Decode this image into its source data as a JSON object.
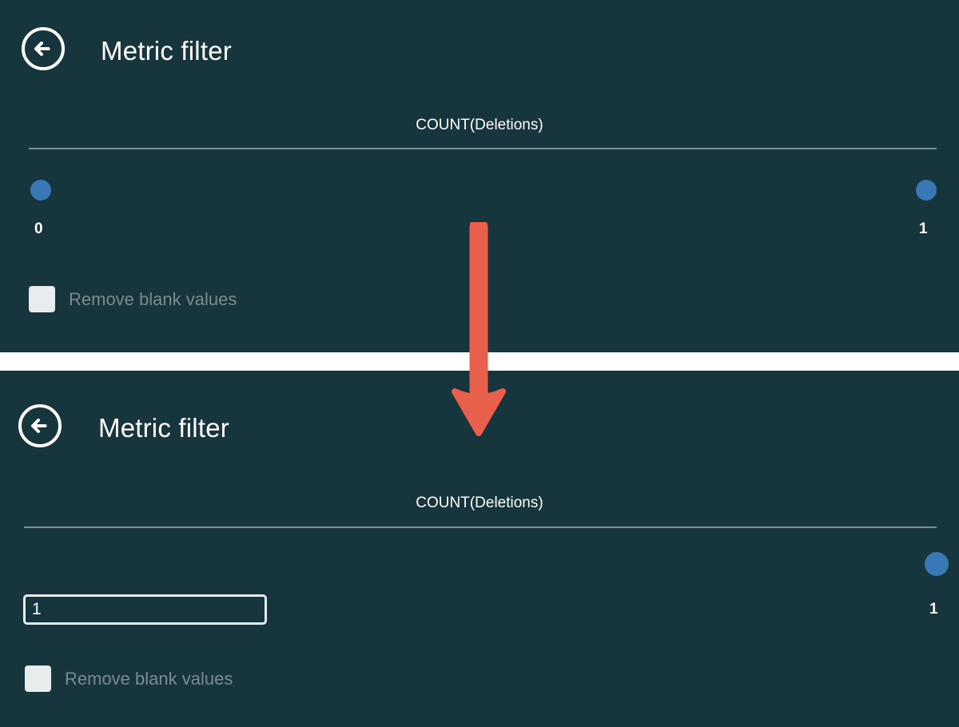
{
  "colors": {
    "background": "#16353c",
    "slider_active": "#3a77b5",
    "slider_track_inactive": "#e8ecec",
    "divider_band": "#ffffff",
    "rule": "#7e8f93",
    "annotation_arrow": "#e8604c",
    "muted_text": "#7b8c90",
    "primary_text": "#ffffff"
  },
  "panels": [
    {
      "id": "before",
      "header": {
        "back_icon": "arrow-left-circle-icon",
        "title": "Metric filter"
      },
      "metric": {
        "label": "COUNT(Deletions)"
      },
      "slider": {
        "min_label": "0",
        "max_label": "1",
        "lower_value": "0",
        "upper_value": "1",
        "lower_percent": 0,
        "upper_percent": 100,
        "track_state": "active-full"
      },
      "checkbox": {
        "label": "Remove blank values",
        "checked": false
      }
    },
    {
      "id": "after",
      "header": {
        "back_icon": "arrow-left-circle-icon",
        "title": "Metric filter"
      },
      "metric": {
        "label": "COUNT(Deletions)"
      },
      "slider": {
        "min_label": "",
        "max_label": "1",
        "lower_value": "1",
        "upper_value": "1",
        "lower_percent": 100,
        "upper_percent": 100,
        "track_state": "inactive-full"
      },
      "input": {
        "value": "1",
        "placeholder": ""
      },
      "checkbox": {
        "label": "Remove blank values",
        "checked": false
      }
    }
  ],
  "annotation": {
    "type": "arrow-down",
    "color": "#e8604c",
    "meaning": "drag lower handle to maximum"
  }
}
